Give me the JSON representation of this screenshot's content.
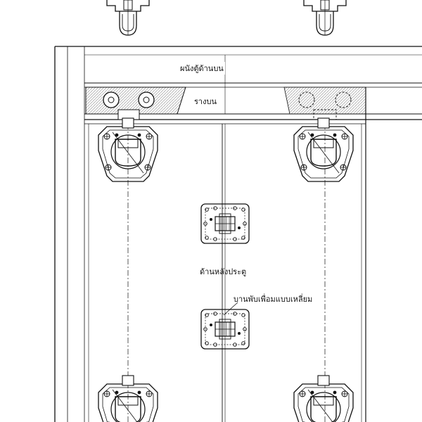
{
  "labels": {
    "cabinet_wall": "ผนังตู้ด้านบน",
    "top_rail": "รางบน",
    "door_back": "ด้านหลังประตู",
    "hinge": "บานพับเพื่อมแบบเหลี่ยม"
  },
  "colors": {
    "line": "#111111",
    "rail_fill": "#d9d9d9"
  },
  "icons": {
    "top_hanger": "wheel-hanger-icon",
    "door_bracket": "roller-bracket-icon",
    "hinge": "square-hinge-icon"
  }
}
